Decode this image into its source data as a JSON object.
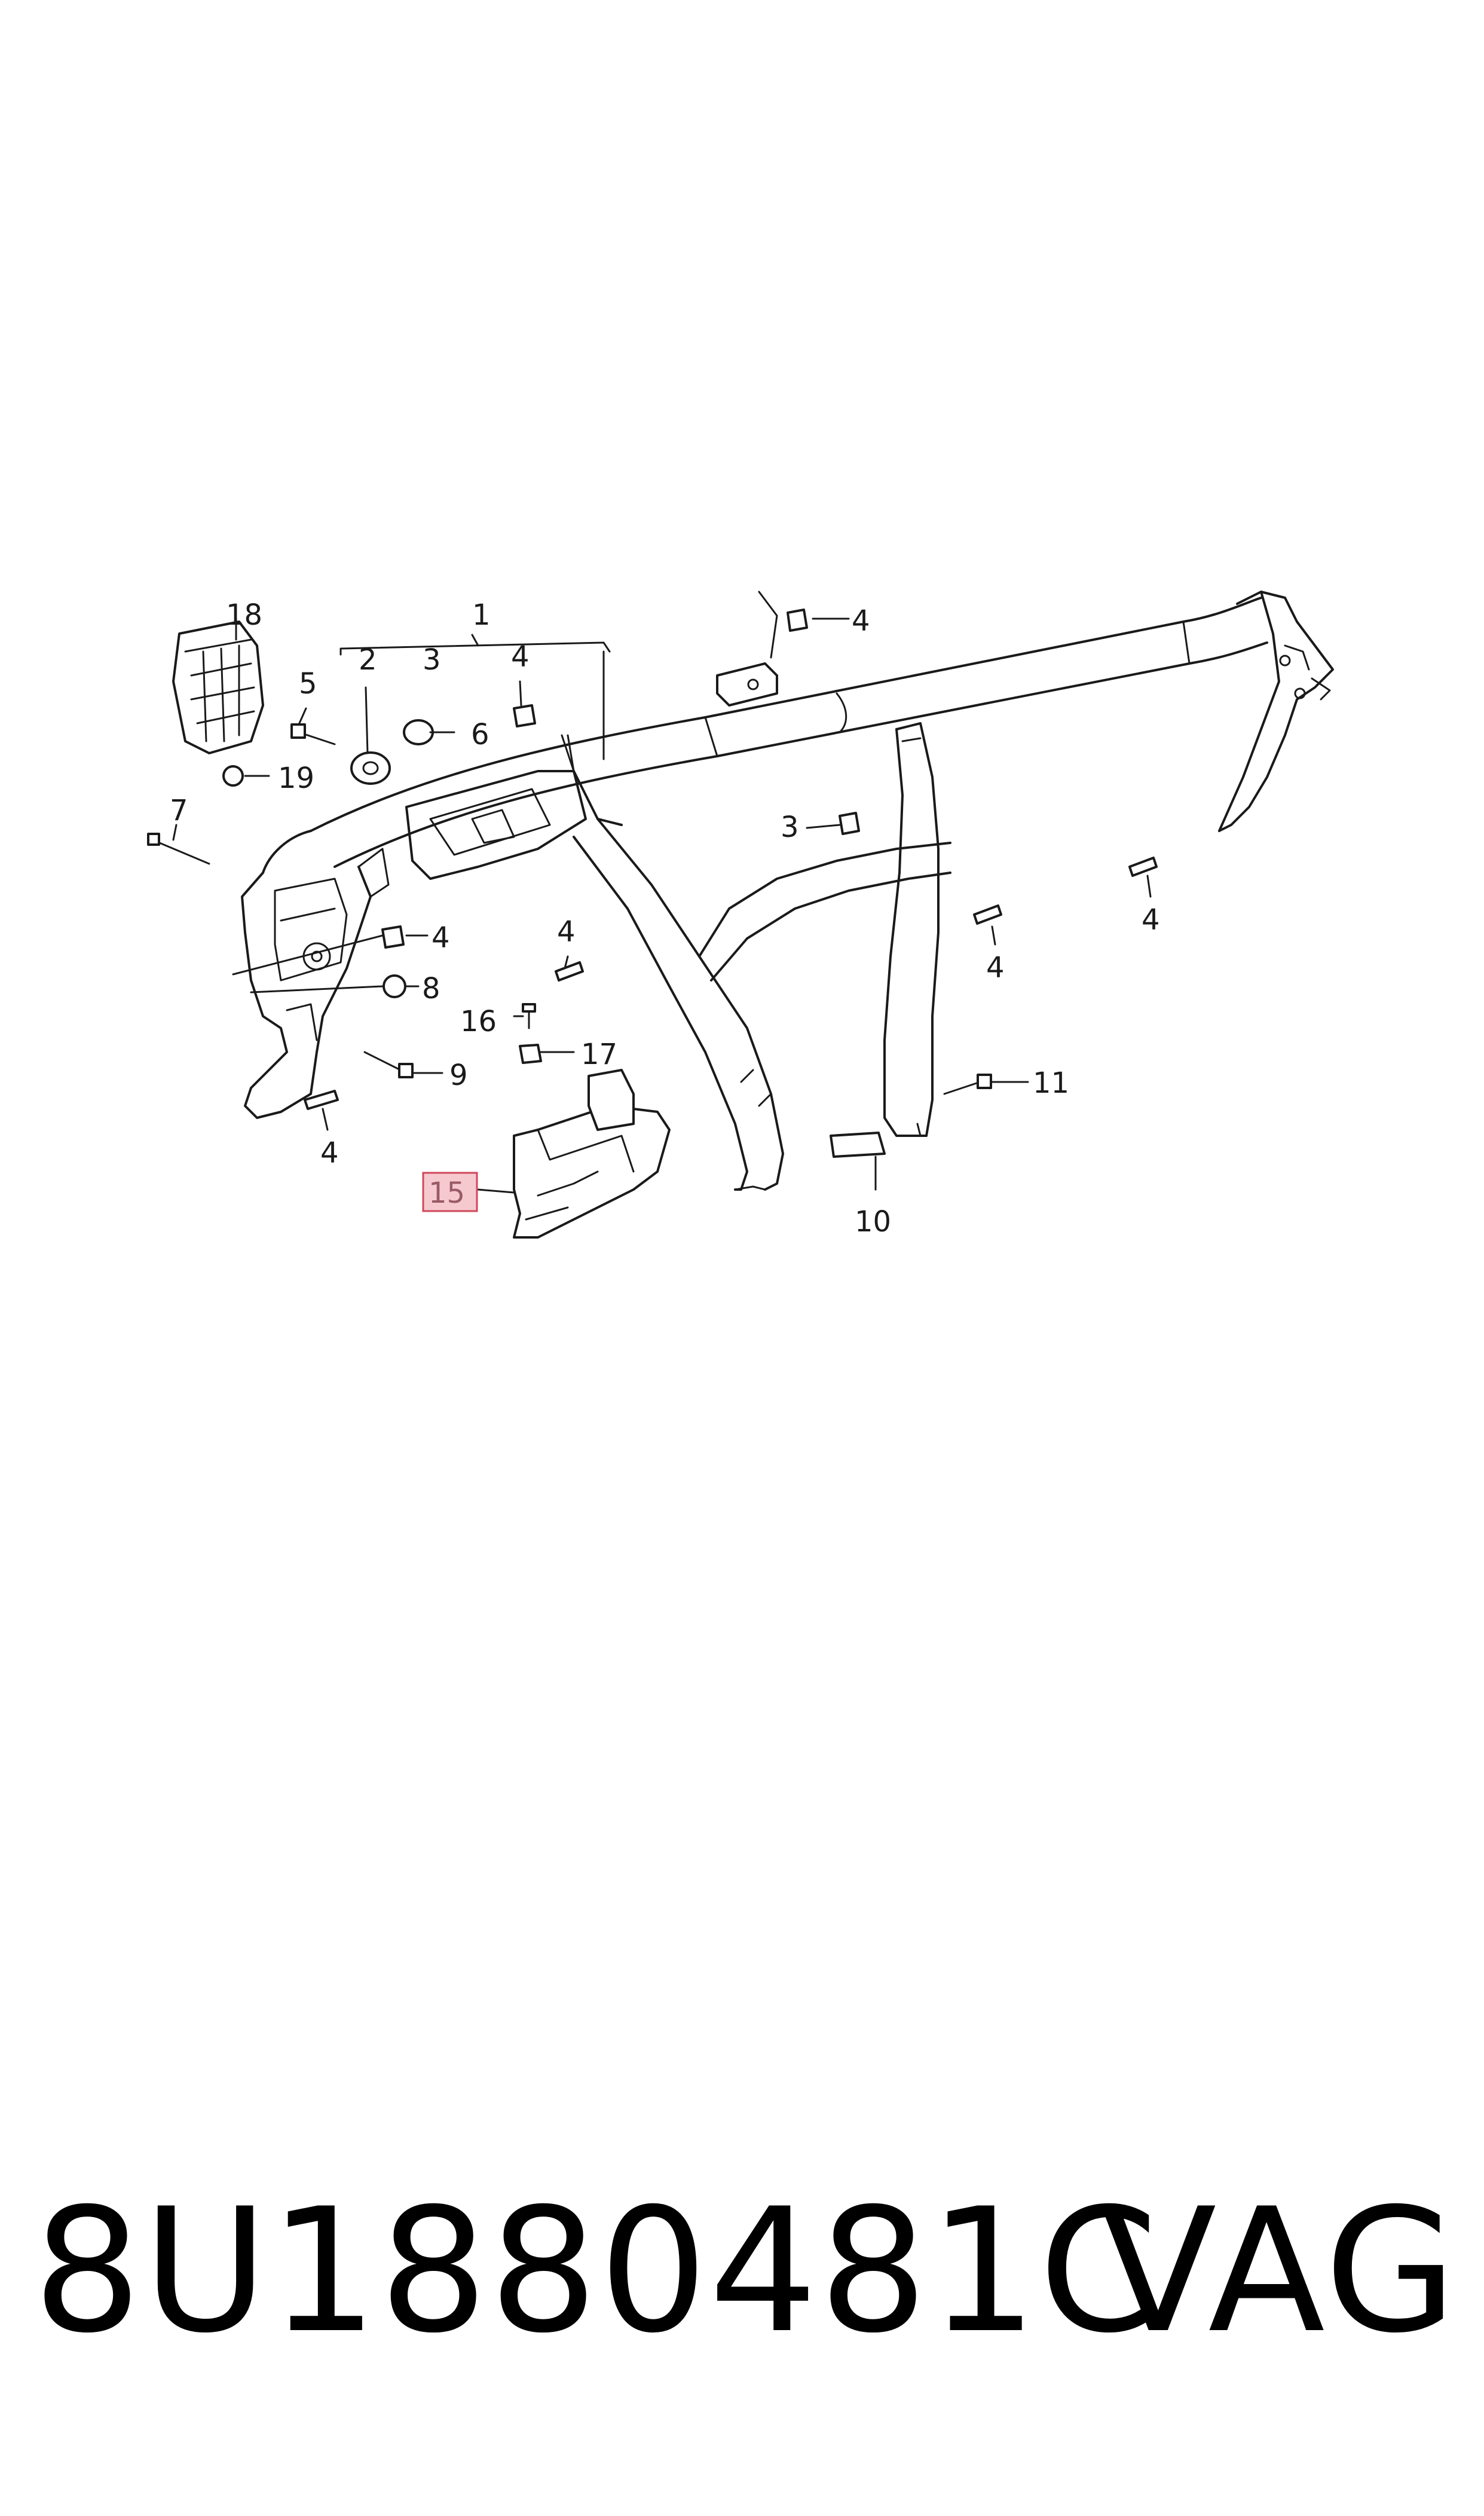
{
  "diagram": {
    "callouts": {
      "c18": "18",
      "c1": "1",
      "c2": "2",
      "c3a": "3",
      "c4a": "4",
      "c5": "5",
      "c6": "6",
      "c19": "19",
      "c4b": "4",
      "c7": "7",
      "c4c": "4",
      "c8": "8",
      "c16": "16",
      "c17": "17",
      "c9": "9",
      "c4d": "4",
      "c15": "15",
      "c4e": "4",
      "c3b": "3",
      "c4f": "4",
      "c4g": "4",
      "c11": "11",
      "c10": "10"
    },
    "highlighted_callout": "15",
    "highlight_color": "#f6c9cf",
    "highlight_border": "#d0485a"
  },
  "footer": {
    "part_number": "8U1880481C",
    "brand": "VAG"
  }
}
